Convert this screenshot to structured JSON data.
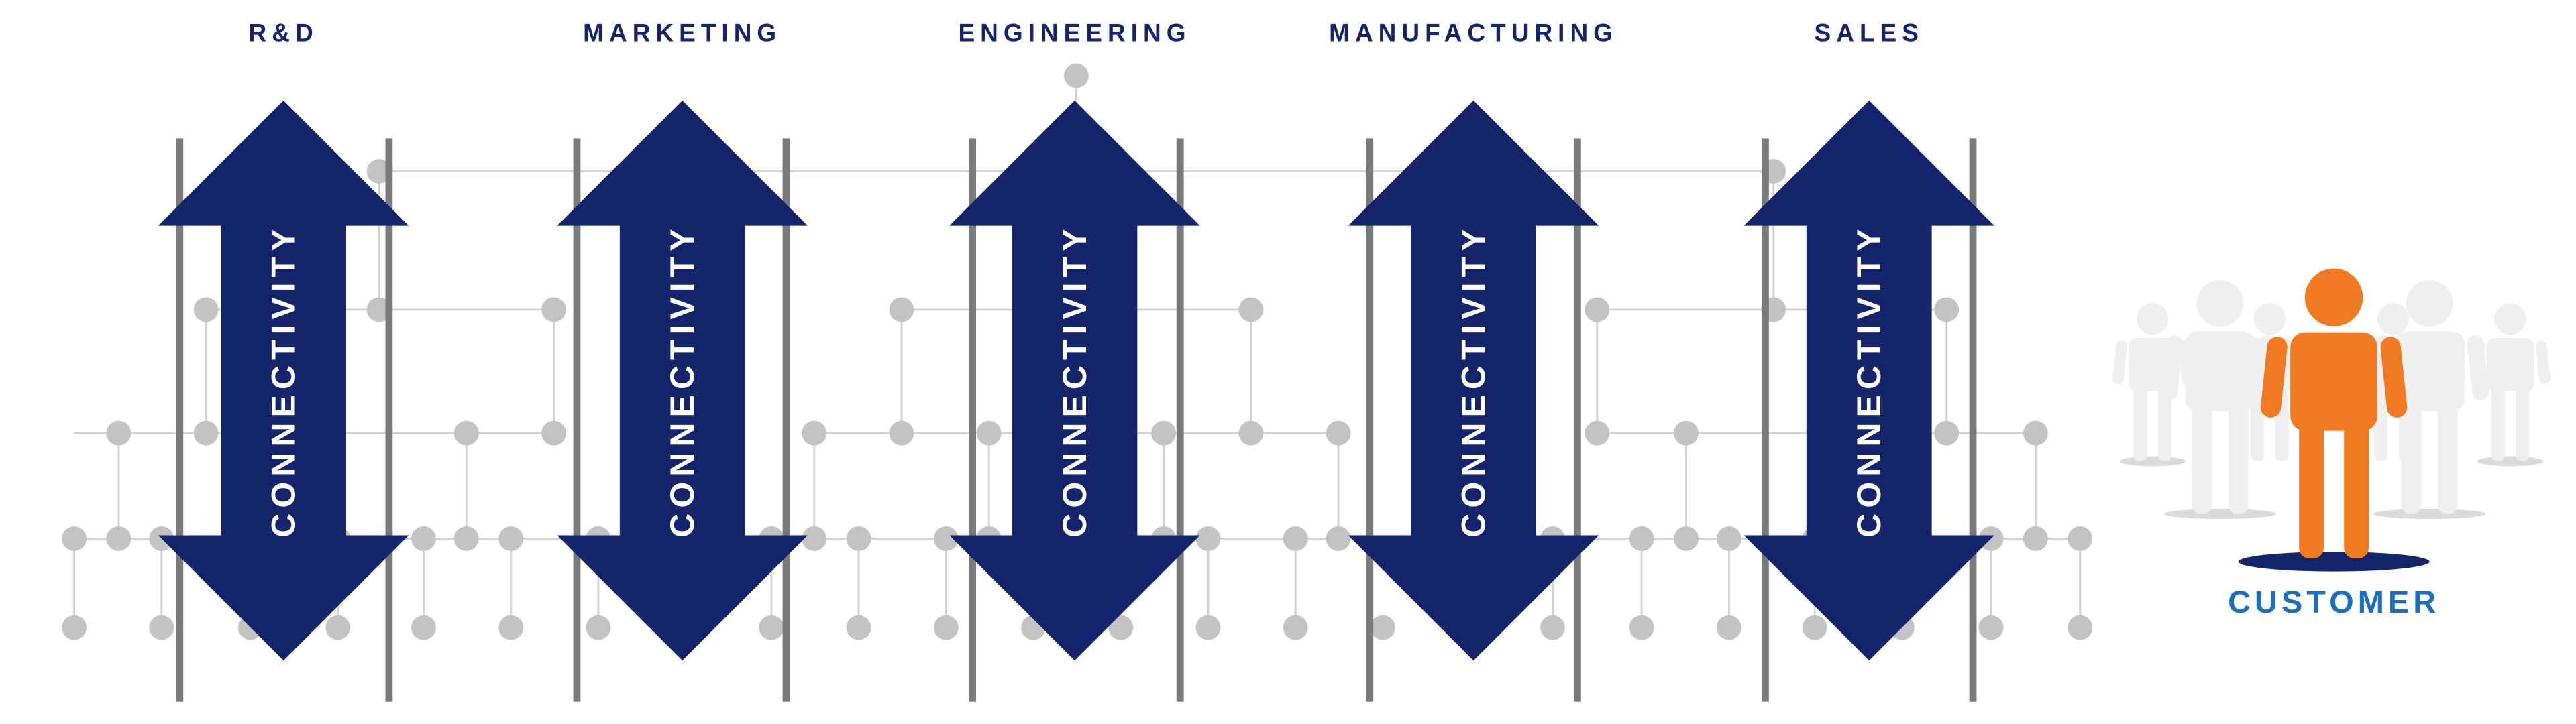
{
  "departments": [
    {
      "name": "R&D"
    },
    {
      "name": "MARKETING"
    },
    {
      "name": "ENGINEERING"
    },
    {
      "name": "MANUFACTURING"
    },
    {
      "name": "SALES"
    }
  ],
  "arrow_label": "CONNECTIVITY",
  "customer_label": "CUSTOMER",
  "colors": {
    "navy": "#13246a",
    "gray_node": "#c3c3c3",
    "gray_line": "#d2d2d2",
    "gray_bar": "#7a7a7a",
    "orange": "#f07a22",
    "customer_blue": "#1a6fc1",
    "crowd": "#efefef",
    "shadow": "#dadada"
  },
  "icons": [
    "double-arrow",
    "person-icon",
    "network-node"
  ]
}
